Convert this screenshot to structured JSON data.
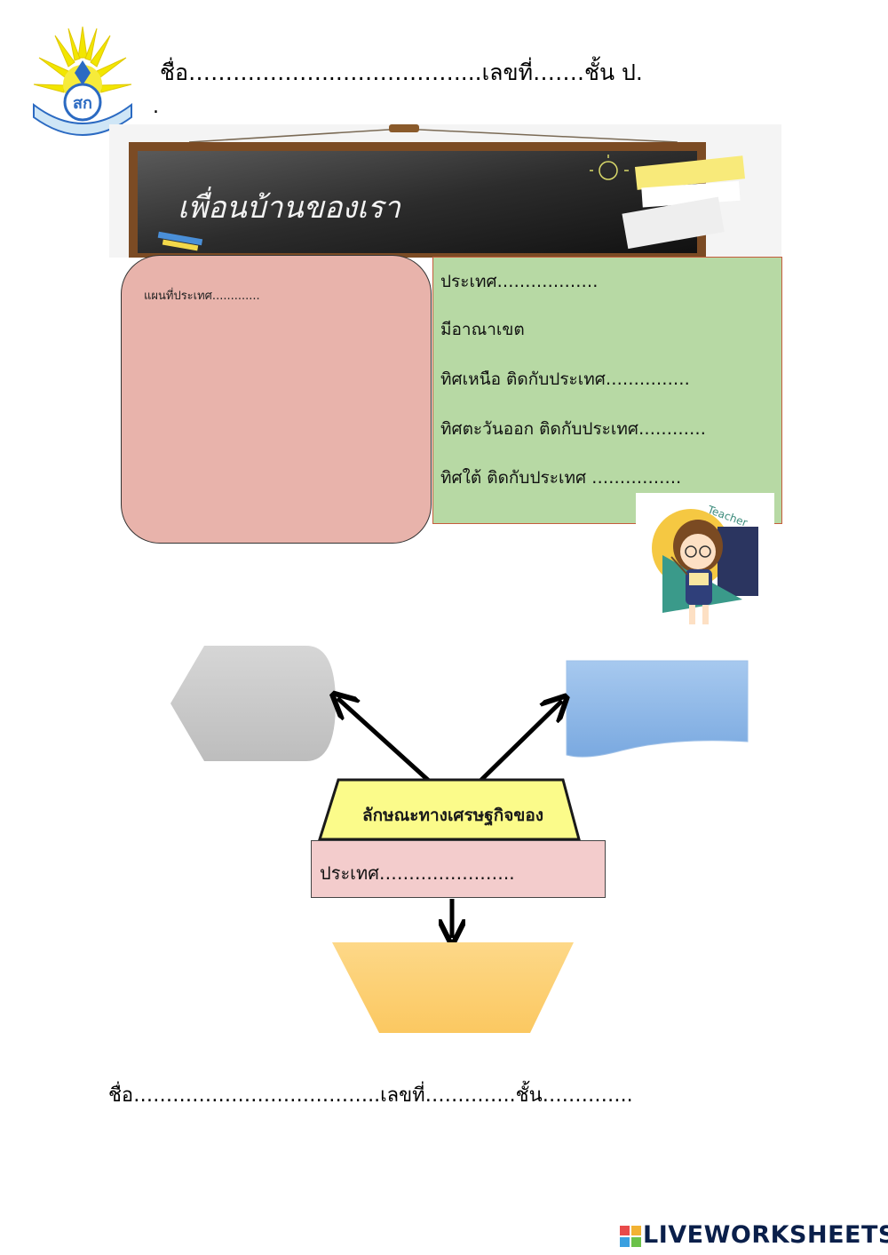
{
  "header": {
    "name_line": "ชื่อ………………...……………....เลขที่…….ชั้น ป.",
    "second_line": "."
  },
  "board": {
    "title": "เพื่อนบ้านของเรา"
  },
  "map_panel": {
    "label": "แผนที่ประเทศ............."
  },
  "info_panel": {
    "country": "ประเทศ………………",
    "capital": "มีอาณาเขต",
    "north": "ทิศเหนือ  ติดกับประเทศ……………",
    "east": "ทิศตะวันออก ติดกับประเทศ…………",
    "south": "ทิศใต้  ติดกับประเทศ ……………."
  },
  "teacher_sticker": {
    "word": "Teacher"
  },
  "diagram": {
    "center_title": "ลักษณะทางเศรษฐกิจของ",
    "country_field": "ประเทศ…………………..",
    "colors": {
      "left_shape": "#c8c8c8",
      "right_shape": "#8fb9e8",
      "center_top": "#fbfb8a",
      "country_box": "#f3cccc",
      "bottom_shape": "#fcd37a"
    }
  },
  "footer": {
    "name_line": "ชื่อ………………………………..เลขที่…………..ชั้น………….."
  },
  "brand": {
    "name": "LIVEWORKSHEETS"
  }
}
